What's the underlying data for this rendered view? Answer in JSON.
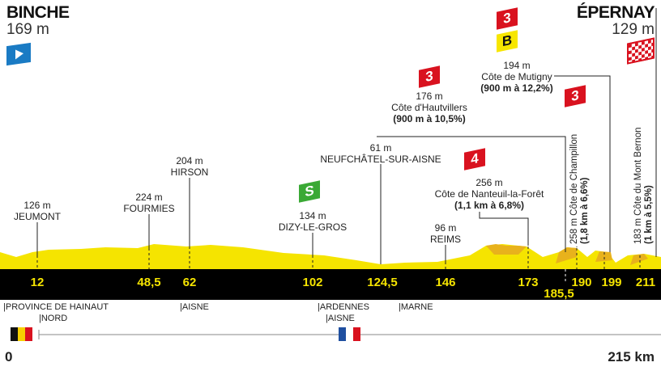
{
  "start": {
    "city": "BINCHE",
    "altitude": "169 m"
  },
  "finish": {
    "city": "ÉPERNAY",
    "altitude": "129 m"
  },
  "points": [
    {
      "km": "12",
      "alt": "126 m",
      "name": "JEUMONT"
    },
    {
      "km": "48,5",
      "alt": "224 m",
      "name": "FOURMIES"
    },
    {
      "km": "62",
      "alt": "204 m",
      "name": "HIRSON"
    },
    {
      "km": "102",
      "alt": "134 m",
      "name": "DIZY-LE-GROS",
      "badge": "S"
    },
    {
      "km": "124,5",
      "alt": "61 m",
      "name": "NEUFCHÂTEL-SUR-AISNE"
    },
    {
      "km": "146",
      "alt": "96 m",
      "name": "REIMS"
    },
    {
      "km": "173",
      "alt": "256 m",
      "name": "Côte de Nanteuil-la-Forêt",
      "detail": "(1,1 km à 6,8%)",
      "cat": "4"
    },
    {
      "km": "185,5",
      "alt": "176 m",
      "name": "Côte d'Hautvillers",
      "detail": "(900 m à 10,5%)",
      "cat": "3"
    },
    {
      "km": "190",
      "alt": "258 m",
      "name": "Côte de Champillon",
      "detail": "(1,8 km à 6,6%)",
      "cat": "3"
    },
    {
      "km": "199",
      "alt": "194 m",
      "name": "Côte de Mutigny",
      "detail": "(900 m à 12,2%)",
      "cat": "3",
      "bonus": "B"
    },
    {
      "km": "211",
      "alt": "183 m",
      "name": "Côte du Mont Bernon",
      "detail": "(1 km à 5,5%)"
    }
  ],
  "regions": [
    "PROVINCE DE HAINAUT",
    "NORD",
    "AISNE",
    "ARDENNES",
    "AISNE",
    "MARNE"
  ],
  "distance": {
    "start": "0",
    "end": "215 km"
  },
  "colors": {
    "profile": "#f5e400",
    "climb": "#e8b21c",
    "band": "#000000",
    "km_text": "#f5e400",
    "cat_flag": "#d9121f"
  }
}
